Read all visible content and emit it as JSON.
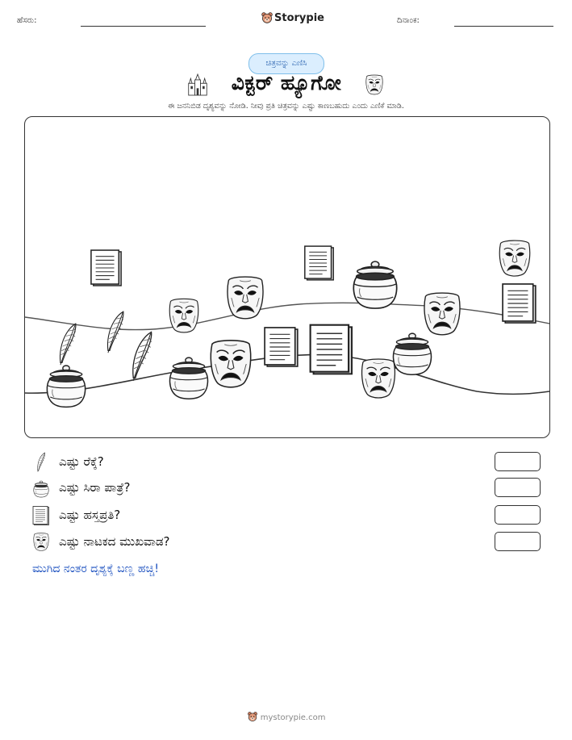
{
  "header": {
    "name_label": "ಹೆಸರು:",
    "brand": "Storypie",
    "date_label": "ದಿನಾಂಕ:"
  },
  "badge": "ಚಿತ್ರವನ್ನು ಎಣಿಸಿ",
  "title": "ವಿಕ್ಟರ್ ಹ್ಯೂಗೋ",
  "instruction": "ಈ ಜನನಿಬಿಡ ದೃಶ್ಯವನ್ನು ನೋಡಿ. ನೀವು ಪ್ರತಿ ಚಿತ್ರವನ್ನು ಎಷ್ಟು ಕಾಣಬಹುದು ಎಂದು ಎಣಿಕೆ ಮಾಡಿ.",
  "scene_icons": [
    "quill-icon",
    "pot-icon",
    "manuscript-icon",
    "theater-mask-icon"
  ],
  "questions": [
    {
      "icon": "quill-icon",
      "text": "ಎಷ್ಟು ರೆಕ್ಕೆ?",
      "answer": ""
    },
    {
      "icon": "pot-icon",
      "text": "ಎಷ್ಟು ಸಿರಾ ಪಾತ್ರೆ?",
      "answer": ""
    },
    {
      "icon": "manuscript-icon",
      "text": "ಎಷ್ಟು ಹಸ್ತಪ್ರತಿ?",
      "answer": ""
    },
    {
      "icon": "theater-mask-icon",
      "text": "ಎಷ್ಟು ನಾಟಕದ ಮುಖವಾಡ?",
      "answer": ""
    }
  ],
  "finish_note": "ಮುಗಿದ ನಂತರ ದೃಶ್ಯಕ್ಕೆ ಬಣ್ಣ ಹಚ್ಚಿ!",
  "footer": "mystorypie.com",
  "colors": {
    "badge_bg": "#dbeefe",
    "badge_border": "#7fbfea",
    "finish_text": "#1a4fbf"
  }
}
